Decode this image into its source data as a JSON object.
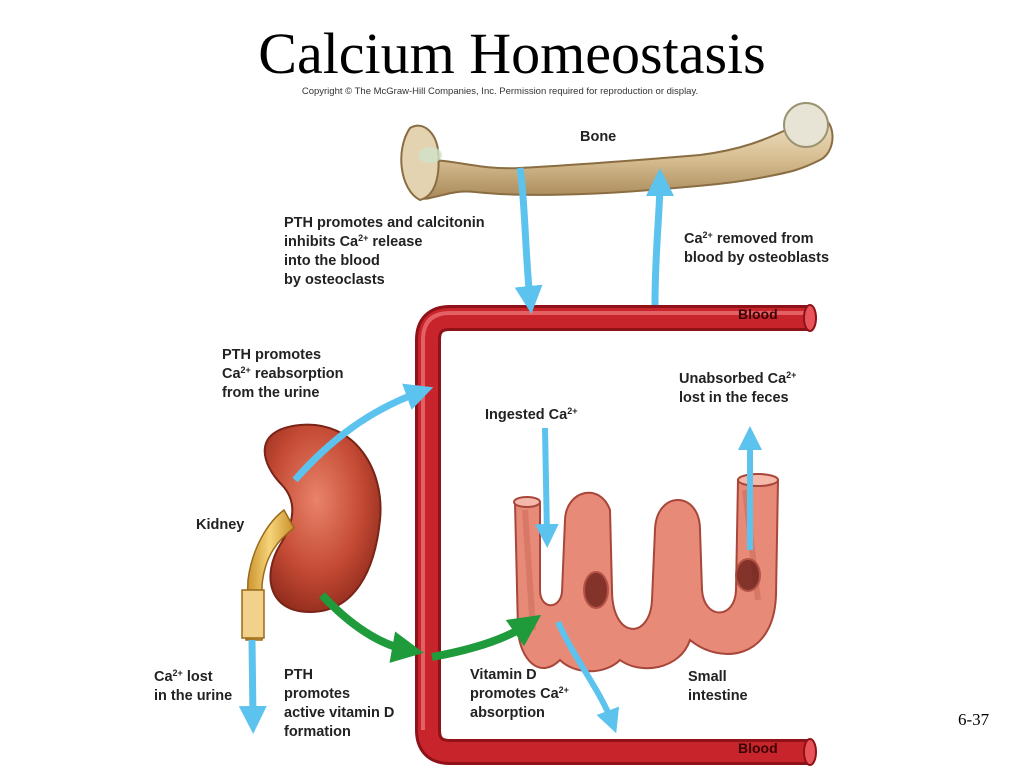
{
  "slide": {
    "title": "Calcium Homeostasis",
    "copyright": "Copyright © The McGraw-Hill Companies, Inc. Permission required for reproduction or display.",
    "page_number": "6-37"
  },
  "labels": {
    "bone": "Bone",
    "blood_top": "Blood",
    "blood_bottom": "Blood",
    "kidney": "Kidney",
    "small_intestine": [
      "Small",
      "intestine"
    ],
    "pth_release": [
      "PTH promotes and calcitonin",
      "inhibits Ca",
      " release",
      "into the blood",
      "by osteoclasts"
    ],
    "removed_by_osteoblasts": [
      "Ca",
      " removed from",
      "blood by osteoblasts"
    ],
    "pth_reabsorption": [
      "PTH promotes",
      "Ca",
      " reabsorption",
      "from the urine"
    ],
    "unabsorbed": [
      "Unabsorbed Ca",
      "lost in the feces"
    ],
    "ingested": [
      "Ingested Ca"
    ],
    "lost_in_urine": [
      "Ca",
      " lost",
      "in the urine"
    ],
    "pth_vitamin_d": [
      "PTH",
      "promotes",
      "active vitamin D",
      "formation"
    ],
    "vitamin_d_absorption": [
      "Vitamin D",
      "promotes Ca",
      "absorption"
    ],
    "ion_charge": "2+"
  },
  "colors": {
    "blood_vessel": "#c8242c",
    "blood_vessel_light": "#e8545a",
    "blue_arrow": "#5cc3ee",
    "green_arrow": "#1f9b3c",
    "bone": "#dcc7a0",
    "kidney": "#c44a34",
    "intestine": "#e88a78",
    "ureter": "#e9b84a"
  }
}
